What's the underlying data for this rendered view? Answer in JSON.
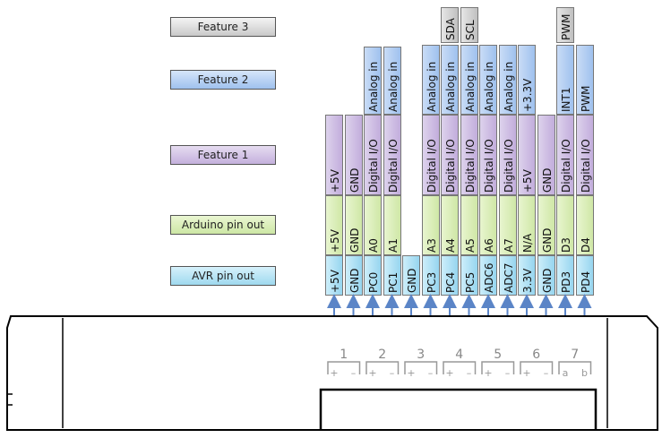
{
  "legend": {
    "feature3": "Feature 3",
    "feature2": "Feature 2",
    "feature1": "Feature 1",
    "arduino": "Arduino  pin out",
    "avr": "AVR pin out"
  },
  "pins": [
    {
      "avr": "+5V",
      "arduino": "+5V",
      "f1": "+5V",
      "f2": "",
      "f3": ""
    },
    {
      "avr": "GND",
      "arduino": "GND",
      "f1": "GND",
      "f2": "",
      "f3": ""
    },
    {
      "avr": "PC0",
      "arduino": "A0",
      "f1": "Digital I/O",
      "f2": "Analog in",
      "f3": ""
    },
    {
      "avr": "PC1",
      "arduino": "A1",
      "f1": "Digital I/O",
      "f2": "Analog in",
      "f3": ""
    },
    {
      "avr": "GND",
      "arduino": "",
      "f1": "",
      "f2": "",
      "f3": ""
    },
    {
      "avr": "PC3",
      "arduino": "A3",
      "f1": "Digital I/O",
      "f2": "Analog in",
      "f3": ""
    },
    {
      "avr": "PC4",
      "arduino": "A4",
      "f1": "Digital I/O",
      "f2": "Analog in",
      "f3": "SDA"
    },
    {
      "avr": "PC5",
      "arduino": "A5",
      "f1": "Digital I/O",
      "f2": "Analog in",
      "f3": "SCL"
    },
    {
      "avr": "ADC6",
      "arduino": "A6",
      "f1": "Digital I/O",
      "f2": "Analog in",
      "f3": ""
    },
    {
      "avr": "ADC7",
      "arduino": "A7",
      "f1": "Digital I/O",
      "f2": "Analog in",
      "f3": ""
    },
    {
      "avr": "3.3V",
      "arduino": "N/A",
      "f1": "+5V",
      "f2": "+3.3V",
      "f3": ""
    },
    {
      "avr": "GND",
      "arduino": "GND",
      "f1": "GND",
      "f2": "",
      "f3": ""
    },
    {
      "avr": "PD3",
      "arduino": "D3",
      "f1": "Digital I/O",
      "f2": "INT1",
      "f3": "PWM"
    },
    {
      "avr": "PD4",
      "arduino": "D4",
      "f1": "Digital I/O",
      "f2": "PWM",
      "f3": ""
    }
  ],
  "ports": [
    {
      "number": "1",
      "left": "+",
      "right": "–"
    },
    {
      "number": "2",
      "left": "+",
      "right": "–"
    },
    {
      "number": "3",
      "left": "+",
      "right": "–"
    },
    {
      "number": "4",
      "left": "+",
      "right": "–"
    },
    {
      "number": "5",
      "left": "+",
      "right": "–"
    },
    {
      "number": "6",
      "left": "+",
      "right": "–"
    },
    {
      "number": "7",
      "left": "a",
      "right": "b"
    }
  ]
}
